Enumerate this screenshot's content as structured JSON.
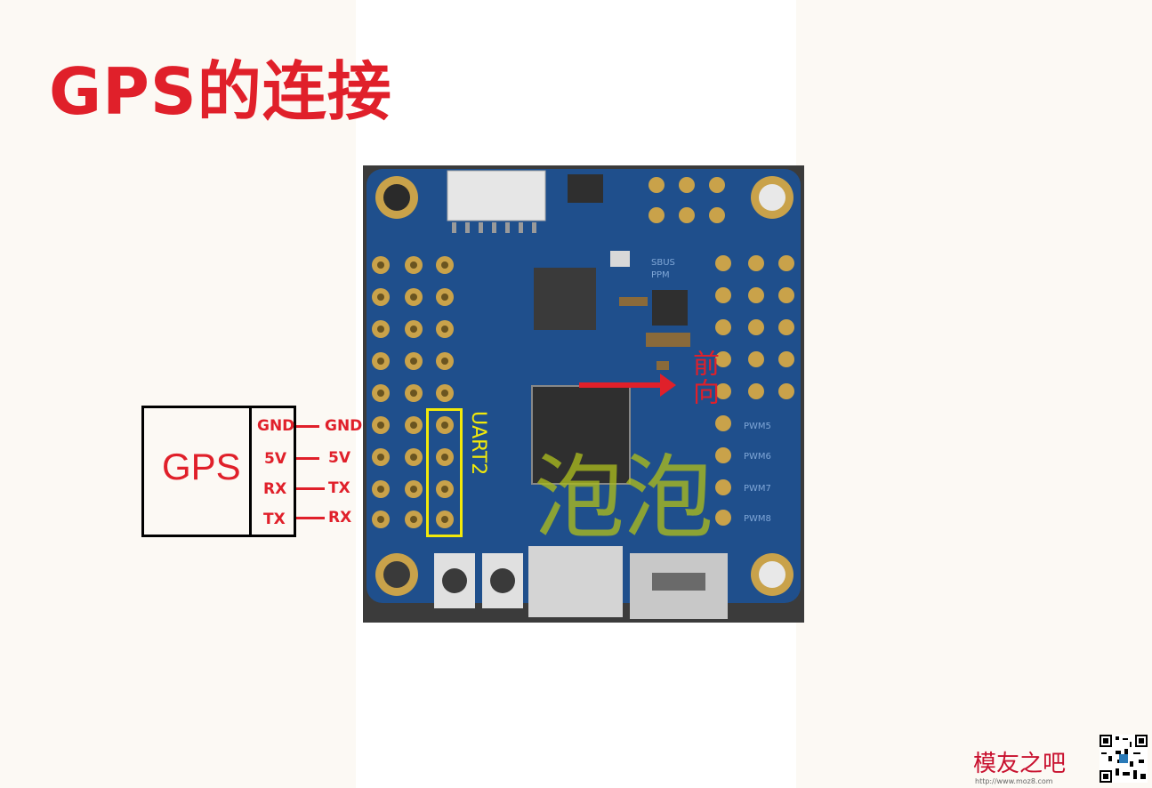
{
  "title": "GPS的连接",
  "gps": {
    "module_label": "GPS",
    "pins": [
      "GND",
      "5V",
      "RX",
      "TX"
    ],
    "board_pins": [
      "GND",
      "5V",
      "TX",
      "RX"
    ]
  },
  "board": {
    "uart_label": "UART2",
    "front_label": "前向",
    "watermark": "泡泡",
    "silkscreen": [
      "SBUS",
      "PPM",
      "PWM5",
      "PWM6",
      "PWM7",
      "PWM8"
    ]
  },
  "site": {
    "logo": "模友之吧",
    "url": "http://www.moz8.com"
  },
  "colors": {
    "accent_red": "#e0202a",
    "highlight_yellow": "#f2e90a",
    "pcb_blue": "#1f4f8c"
  }
}
